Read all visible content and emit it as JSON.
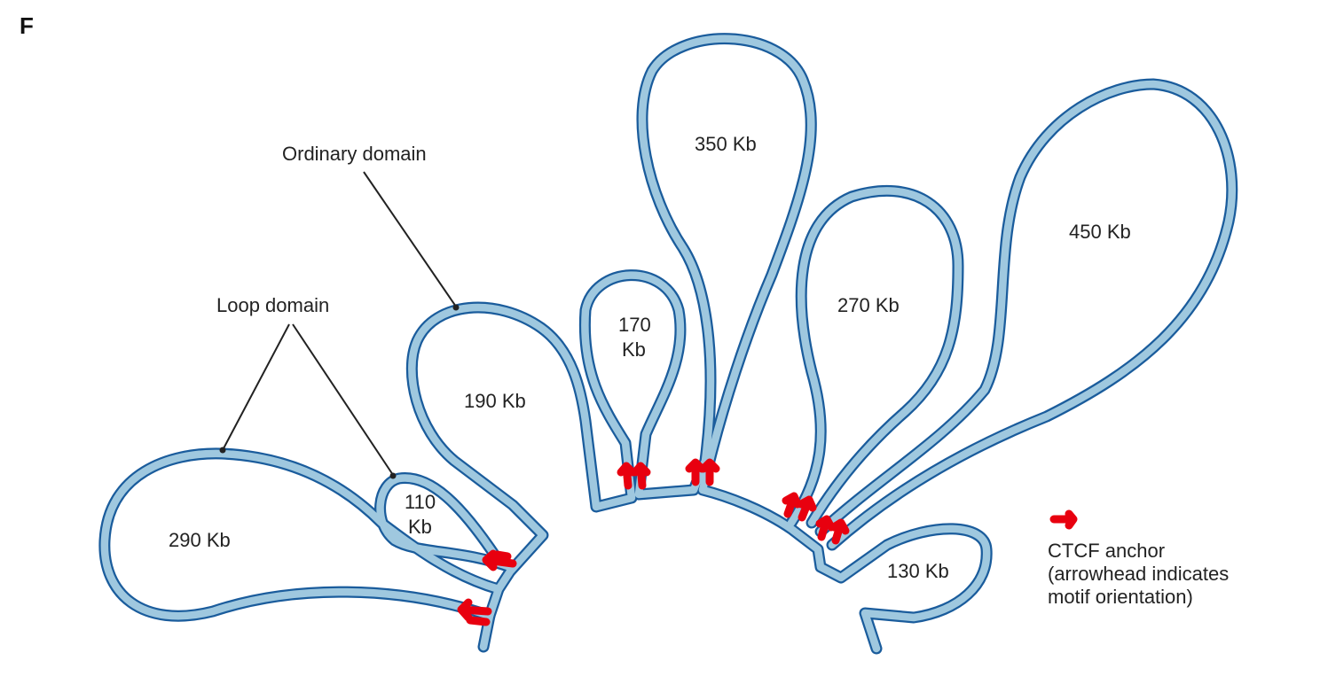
{
  "panel_label": "F",
  "callouts": {
    "ordinary": "Ordinary domain",
    "loop": "Loop domain"
  },
  "loops": [
    {
      "id": "290",
      "label": "290 Kb"
    },
    {
      "id": "110",
      "label_line1": "110",
      "label_line2": "Kb"
    },
    {
      "id": "190",
      "label": "190 Kb"
    },
    {
      "id": "170",
      "label_line1": "170",
      "label_line2": "Kb"
    },
    {
      "id": "350",
      "label": "350 Kb"
    },
    {
      "id": "270",
      "label": "270 Kb"
    },
    {
      "id": "450",
      "label": "450 Kb"
    },
    {
      "id": "130",
      "label": "130 Kb"
    }
  ],
  "legend": {
    "line1": "CTCF anchor",
    "line2": "(arrowhead indicates",
    "line3": "motif orientation)"
  },
  "colors": {
    "fiber_fill": "#9fc8df",
    "fiber_outline": "#1a5c9c",
    "anchor": "#ff1020"
  }
}
